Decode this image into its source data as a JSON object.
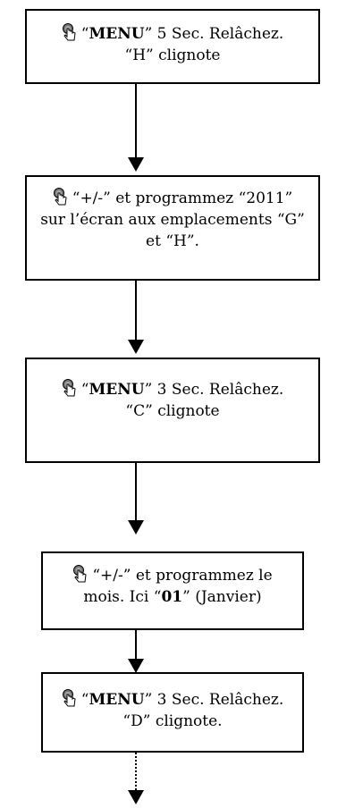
{
  "steps": [
    {
      "icon": "hand-pointer-icon",
      "pre": "“",
      "key": "MENU",
      "mid": "”  5 Sec. Relâchez.",
      "line2": "“H” clignote"
    },
    {
      "icon": "hand-pointer-icon",
      "text1": "“+/-” et programmez “2011”",
      "text2": "sur l’écran aux emplacements “G”",
      "text3": "et “H”."
    },
    {
      "icon": "hand-pointer-icon",
      "pre": "“",
      "key": "MENU",
      "mid": "”  3 Sec. Relâchez.",
      "line2": "“C” clignote"
    },
    {
      "icon": "hand-pointer-icon",
      "text1": "“+/-”  et programmez le",
      "text2a": "mois. Ici  “",
      "key": "01",
      "text2b": "” (Janvier)"
    },
    {
      "icon": "hand-pointer-icon",
      "pre": "“",
      "key": "MENU",
      "mid": "”  3 Sec. Relâchez.",
      "line2": "“D” clignote."
    }
  ]
}
